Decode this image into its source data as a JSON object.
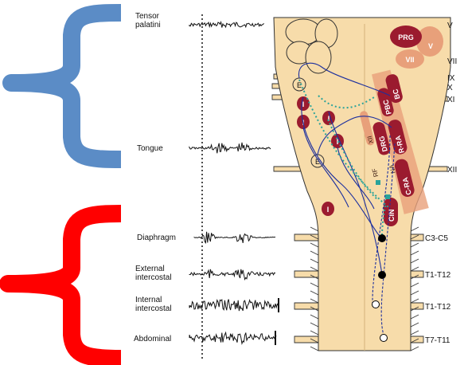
{
  "muscles": [
    {
      "id": "tensor",
      "label_lines": [
        "Tensor",
        "palatini"
      ]
    },
    {
      "id": "tongue",
      "label_lines": [
        "Tongue"
      ]
    },
    {
      "id": "diaphragm",
      "label_lines": [
        "Diaphragm"
      ]
    },
    {
      "id": "ext-ic",
      "label_lines": [
        "External",
        "intercostal"
      ]
    },
    {
      "id": "int-ic",
      "label_lines": [
        "Internal",
        "intercostal"
      ]
    },
    {
      "id": "abdominal",
      "label_lines": [
        "Abdominal"
      ]
    }
  ],
  "cranial_nerves": [
    "V",
    "VII",
    "IX",
    "X",
    "XI",
    "XII"
  ],
  "spinal_levels": [
    "C3-C5",
    "T1-T12",
    "T1-T12",
    "T7-T11"
  ],
  "nuclei": {
    "prg": "PRG",
    "v": "V",
    "vii": "VII",
    "pbc": "PBC",
    "bc": "BC",
    "drg": "DRG",
    "rra": "R-RA",
    "cra": "C-RA",
    "na": "NA",
    "rf": "RF",
    "xii": "XII",
    "cin": "CIN"
  },
  "interneuron_labels": {
    "excitatory": "E",
    "inhibitory": "I"
  },
  "colors": {
    "upper_brace": "#5b8cc6",
    "lower_brace": "#ff0000",
    "brainstem": "#f7dcaa",
    "nucleus_dark": "#9b1b2f",
    "nucleus_light": "#e8a07a",
    "pathway_blue": "#1c2f9e",
    "pathway_green": "#2aa39a"
  }
}
